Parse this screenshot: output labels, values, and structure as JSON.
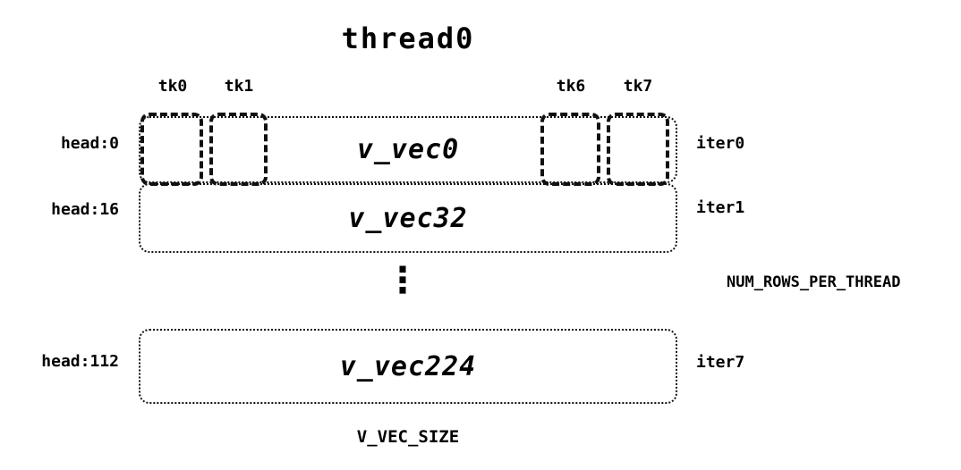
{
  "title": "thread0",
  "tick_labels": [
    "tk0",
    "tk1",
    "tk6",
    "tk7"
  ],
  "rows": [
    {
      "head": "head:0",
      "vec": "v_vec0",
      "iter": "iter0"
    },
    {
      "head": "head:16",
      "vec": "v_vec32",
      "iter": "iter1"
    },
    {
      "head": "head:112",
      "vec": "v_vec224",
      "iter": "iter7"
    }
  ],
  "ellipsis": "⋮",
  "right_label": "NUM_ROWS_PER_THREAD",
  "bottom_label": "V_VEC_SIZE",
  "colors": {
    "background": "#ffffff",
    "line": "#111111",
    "text": "#000000"
  }
}
